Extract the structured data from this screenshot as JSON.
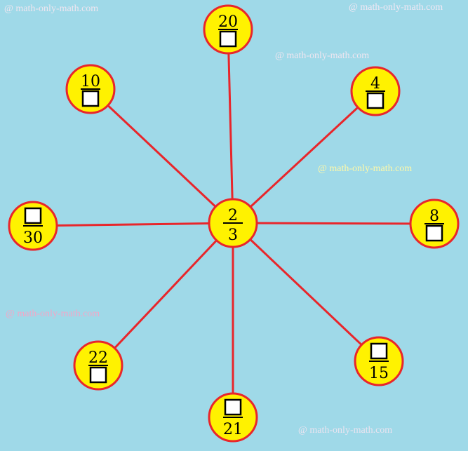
{
  "watermark_text": "@ math-only-math.com",
  "colors": {
    "background": "#9fd9e8",
    "node_fill": "#fff200",
    "node_stroke": "#e8262b",
    "spoke": "#e8262b",
    "text": "#000000"
  },
  "center": {
    "numerator": "2",
    "denominator": "3"
  },
  "nodes": [
    {
      "id": "top",
      "numerator": "20",
      "denominator": ""
    },
    {
      "id": "upper-left",
      "numerator": "10",
      "denominator": ""
    },
    {
      "id": "upper-right",
      "numerator": "4",
      "denominator": ""
    },
    {
      "id": "left",
      "numerator": "",
      "denominator": "30"
    },
    {
      "id": "right",
      "numerator": "8",
      "denominator": ""
    },
    {
      "id": "lower-left",
      "numerator": "22",
      "denominator": ""
    },
    {
      "id": "lower-right",
      "numerator": "",
      "denominator": "15"
    },
    {
      "id": "bottom",
      "numerator": "",
      "denominator": "21"
    }
  ]
}
